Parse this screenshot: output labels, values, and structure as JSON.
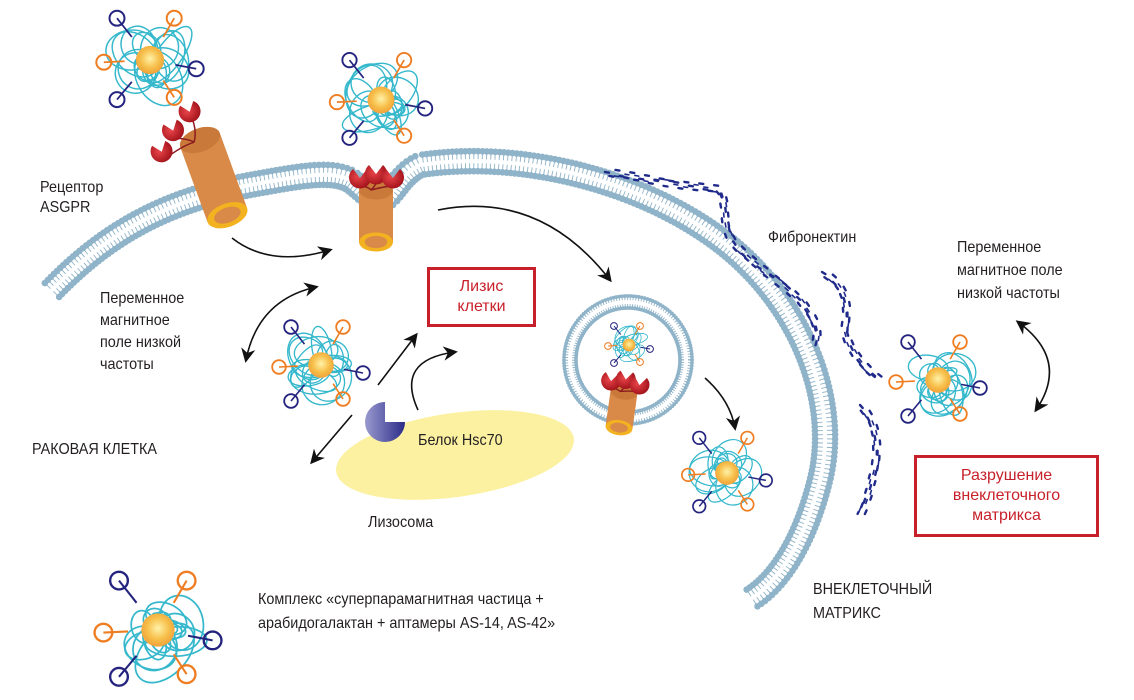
{
  "labels": {
    "receptor": [
      "Рецептор",
      "ASGPR"
    ],
    "field_left": [
      "Переменное",
      "магнитное",
      "поле низкой",
      "частоты"
    ],
    "cancer_cell": "РАКОВАЯ КЛЕТКА",
    "lysis_box": [
      "Лизис",
      "клетки"
    ],
    "hsc70": "Белок Hsc70",
    "lysosome": "Лизосома",
    "fibronectin": "Фибронектин",
    "field_right": [
      "Переменное",
      "магнитное поле",
      "низкой частоты"
    ],
    "ecm_destruction_box": [
      "Разрушение",
      "внеклеточного",
      "матрикса"
    ],
    "extracellular_matrix": [
      "ВНЕКЛЕТОЧНЫЙ",
      "МАТРИКС"
    ],
    "complex_legend": [
      "Комплекс «суперпарамагнитная частица +",
      "арабидогалактан + аптамеры AS-14, AS-42»"
    ]
  },
  "colors": {
    "membrane": "#8fb3c8",
    "receptor_body": "#d98a48",
    "receptor_rim": "#f3b21f",
    "ligand_red": "#c8202b",
    "polymer_cyan": "#35b8cc",
    "aptamer_orange": "#ef7d22",
    "aptamer_navy": "#24247f",
    "particle_core": "#f7b940",
    "lysosome_fill": "#fbf1a1",
    "hsc70": "#3a3a9a",
    "fibronectin": "#1f2a8a",
    "highlight_red": "#c8202b",
    "arrow": "#111111"
  },
  "icons": {
    "particle": "nanoparticle-complex-icon",
    "receptor": "asgpr-receptor-icon",
    "protein": "hsc70-protein-icon",
    "endosome": "endosome-vesicle-icon"
  }
}
